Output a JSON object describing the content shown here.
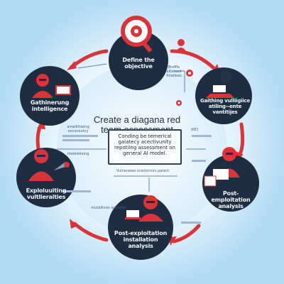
{
  "diagram": {
    "title": "Create a diagana red team assessment",
    "center_box_text": "Conding be temerical gaiatecy acectivunity repotiing assessment on general AI model.",
    "nodes": [
      {
        "id": "top",
        "label": "Define the objective"
      },
      {
        "id": "right",
        "label": "Gaithing vulliigiice atiling--ente vantitijes"
      },
      {
        "id": "lower_right",
        "label": "Post-emploitation analysis"
      },
      {
        "id": "bottom",
        "label": "Post-exploitation installation analysis"
      },
      {
        "id": "left",
        "label": "Exploluuiting vultlieraities"
      },
      {
        "id": "upper_left",
        "label": "Gathinerung intelligence"
      }
    ],
    "annotations": {
      "top_right": "Broffle allisteed fnlatleas",
      "right_small": "(KE)",
      "left_upper": "amellittieing socunoutcy",
      "left_mid": "ntelelelieing",
      "center_lower": "Vulnerases scaviecnirs parect",
      "bottom_left": "mutallinon spection"
    },
    "colors": {
      "node_fill": "#1e2d42",
      "accent": "#e03a3a",
      "ring": "#b7dcf3",
      "arrow": "#d8343a"
    }
  }
}
